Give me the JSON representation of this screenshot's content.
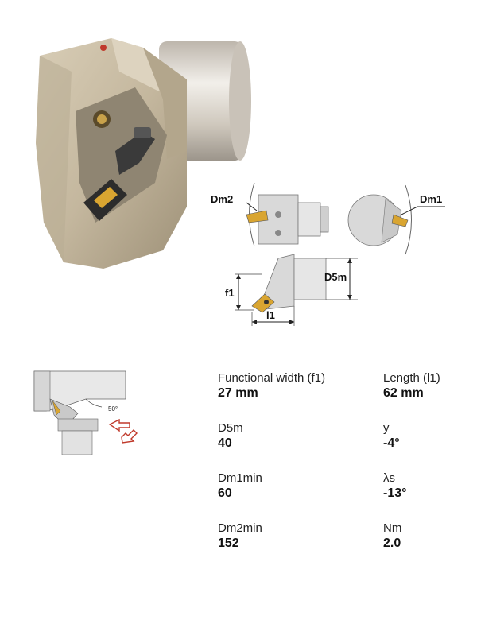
{
  "diagrams": {
    "dm2": "Dm2",
    "dm1": "Dm1",
    "d5m": "D5m",
    "f1": "f1",
    "l1": "l1",
    "angle": "50°"
  },
  "specs": [
    {
      "label": "Functional width (f1)",
      "value": "27 mm"
    },
    {
      "label": "Length (l1)",
      "value": "62 mm"
    },
    {
      "label": "D5m",
      "value": "40"
    },
    {
      "label": "y",
      "value": "-4°"
    },
    {
      "label": "Dm1min",
      "value": "60"
    },
    {
      "label": "λs",
      "value": "-13°"
    },
    {
      "label": "Dm2min",
      "value": "152"
    },
    {
      "label": "Nm",
      "value": "2.0"
    }
  ],
  "colors": {
    "tool_body": "#c8bca6",
    "shank": "#d3cdc4",
    "insert": "#d9a531",
    "arrow": "#c0392b"
  }
}
